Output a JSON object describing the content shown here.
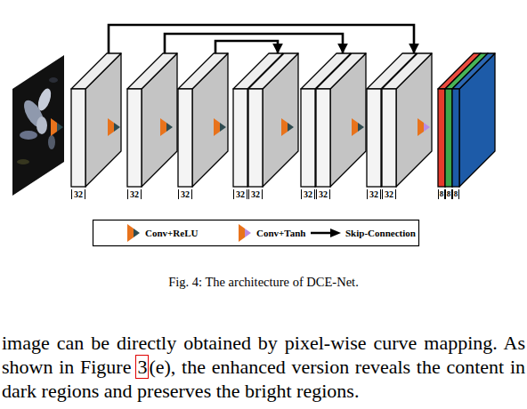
{
  "diagram": {
    "caption": "Fig. 4: The architecture of DCE-Net.",
    "nodes": [
      {
        "text": [
          "32"
        ]
      },
      {
        "text": [
          "32"
        ]
      },
      {
        "text": [
          "32"
        ]
      },
      {
        "text": [
          "32"
        ]
      },
      {
        "text": [
          "32"
        ]
      },
      {
        "text": [
          "32"
        ]
      },
      {
        "text": [
          "32"
        ]
      },
      {
        "text": [
          "32"
        ]
      },
      {
        "text": [
          "32"
        ]
      },
      {
        "text": [
          "8"
        ]
      },
      {
        "text": [
          "8"
        ]
      },
      {
        "text": [
          "8"
        ]
      }
    ],
    "edges": [
      {
        "from": 0,
        "to": 7,
        "arrow": "to"
      },
      {
        "from": 1,
        "to": 5,
        "arrow": "to"
      },
      {
        "from": 2,
        "to": 3,
        "arrow": "to"
      }
    ],
    "labels": [
      "image can be directly obtained by pixel-wise curve mapping. As shown in Figure",
      "3",
      "(e), the enhanced version reveals the content in dark regions and preserves the bright regions."
    ],
    "legend": [
      {
        "text": "Conv+ReLU"
      },
      {
        "text": "Conv+Tanh"
      },
      {
        "text": "Skip-Connection"
      }
    ]
  }
}
